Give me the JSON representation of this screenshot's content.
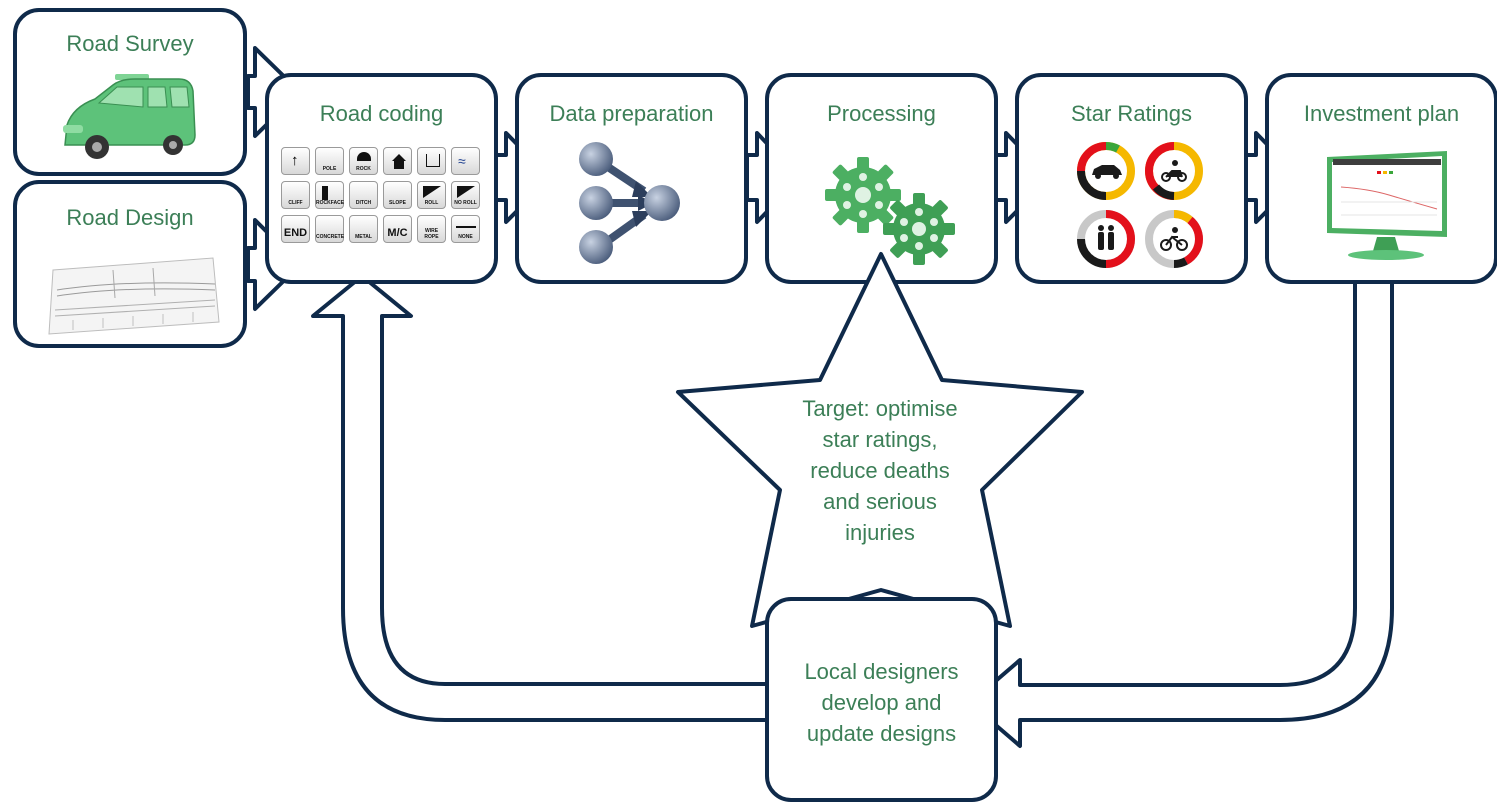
{
  "inputs": {
    "road_survey": "Road Survey",
    "road_design": "Road Design"
  },
  "steps": {
    "road_coding": "Road coding",
    "data_preparation": "Data preparation",
    "processing": "Processing",
    "star_ratings": "Star Ratings",
    "investment_plan": "Investment plan"
  },
  "target_lines": [
    "Target: optimise",
    "star ratings,",
    "reduce deaths",
    "and serious",
    "injuries"
  ],
  "designers_lines": [
    "Local designers",
    "develop and",
    "update designs"
  ],
  "coding_tiles": {
    "pole": "POLE",
    "rock": "ROCK",
    "cliff": "CLIFF",
    "rockface": "ROCKFACE",
    "ditch": "DITCH",
    "slope": "SLOPE",
    "roll": "ROLL",
    "no_roll": "NO ROLL",
    "end": "END",
    "concrete": "CONCRETE",
    "metal": "METAL",
    "mc": "M/C",
    "wire_rope": "WIRE ROPE",
    "none": "NONE"
  },
  "colors": {
    "outline": "#0f2a4a",
    "text_green": "#3c7f57",
    "rating_black": "#1a1a1a",
    "rating_red": "#e3101b",
    "rating_yellow": "#f5b800",
    "rating_green": "#3aa63a",
    "rating_grey": "#c8c8c8",
    "vehicle_green": "#5dc27a",
    "monitor_green": "#4caf62"
  },
  "icons": [
    "van-icon",
    "road-plan-icon",
    "road-coding-tiles-icon",
    "merge-nodes-icon",
    "gears-icon",
    "car-rating-icon",
    "motorcycle-rating-icon",
    "pedestrian-rating-icon",
    "bicycle-rating-icon",
    "monitor-icon"
  ]
}
